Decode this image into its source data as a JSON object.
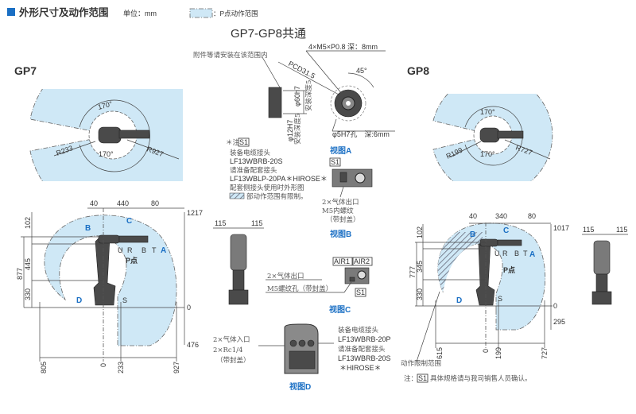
{
  "header": {
    "title": "外形尺寸及动作范围",
    "unit": "单位：mm",
    "legend": "：P点动作范围",
    "common_title": "GP7-GP8共通"
  },
  "colors": {
    "accent": "#1a6fc4",
    "zone": "#cfe8f6"
  },
  "gp7": {
    "label": "GP7",
    "top": {
      "angle_top": "170°",
      "angle_bottom": "170°",
      "r_inner": "R233",
      "r_outer": "R927"
    },
    "side": {
      "dims_top": [
        "40",
        "440",
        "80"
      ],
      "dims_left": [
        "102",
        "445",
        "330",
        "877"
      ],
      "dims_right": [
        "1217",
        "0",
        "476"
      ],
      "dims_bottom": [
        "805",
        "0",
        "233",
        "927"
      ],
      "axes": [
        "U",
        "R",
        "B",
        "T",
        "S"
      ],
      "p_point": "P点",
      "arrows": [
        "A",
        "B",
        "C",
        "D"
      ]
    },
    "narrow": [
      "115",
      "115"
    ]
  },
  "gp8": {
    "label": "GP8",
    "top": {
      "angle_top": "170°",
      "angle_bottom": "170°",
      "r_inner": "R199",
      "r_outer": "R727"
    },
    "side": {
      "dims_top": [
        "40",
        "340",
        "80"
      ],
      "dims_left": [
        "102",
        "345",
        "330",
        "777"
      ],
      "dims_right": [
        "1017",
        "0",
        "295"
      ],
      "dims_bottom": [
        "615",
        "0",
        "199",
        "727"
      ],
      "axes": [
        "U",
        "R",
        "B",
        "T",
        "S"
      ],
      "p_point": "P点",
      "arrows": [
        "A",
        "B",
        "C",
        "D"
      ]
    },
    "narrow": [
      "115",
      "115"
    ],
    "limit_label": "动作限制范围",
    "footnote_prefix": "注：",
    "footnote_tag": "S1",
    "footnote": "具体规格请与我司销售人员确认。"
  },
  "view_a": {
    "title": "视图A",
    "install_note": "附件等请安装在该范围内",
    "thread": "4×M5×P0.8 深：8mm",
    "pcd": "PCD31.5",
    "angle": "45°",
    "shaft": "φ60h7",
    "bore": "φ12H7",
    "depth1": "安装深度5",
    "depth2": "安装深度5",
    "pin": "φ5H7孔　深:6mm"
  },
  "note_s1": {
    "tag_prefix": "＊注",
    "tag": "S1",
    "lines": [
      "装备电缆接头",
      "LF13WBRB-20S",
      "请准备配套接头",
      "LF13WBLP-20PA＊HIROSE＊",
      "配套侧接头使用时外形图",
      "部动作范围有限制。"
    ]
  },
  "view_b": {
    "title": "视图B",
    "tag": "S1",
    "lines": [
      "2×气体出口",
      "M5内螺纹",
      "（带封盖）"
    ]
  },
  "view_c": {
    "title": "视图C",
    "air1": "AIR1",
    "air2": "AIR2",
    "tag": "S1",
    "lines": [
      "2×气体出口",
      "M5螺纹孔（带封盖）"
    ]
  },
  "view_d": {
    "title": "视图D",
    "left": [
      "2×气体入口",
      "2×Rc1/4",
      "（带封盖）"
    ],
    "right": [
      "装备电缆接头",
      "LF13WBRB-20P",
      "请准备配套接头",
      "LF13WBRB-20S",
      "＊HIROSE＊"
    ]
  }
}
